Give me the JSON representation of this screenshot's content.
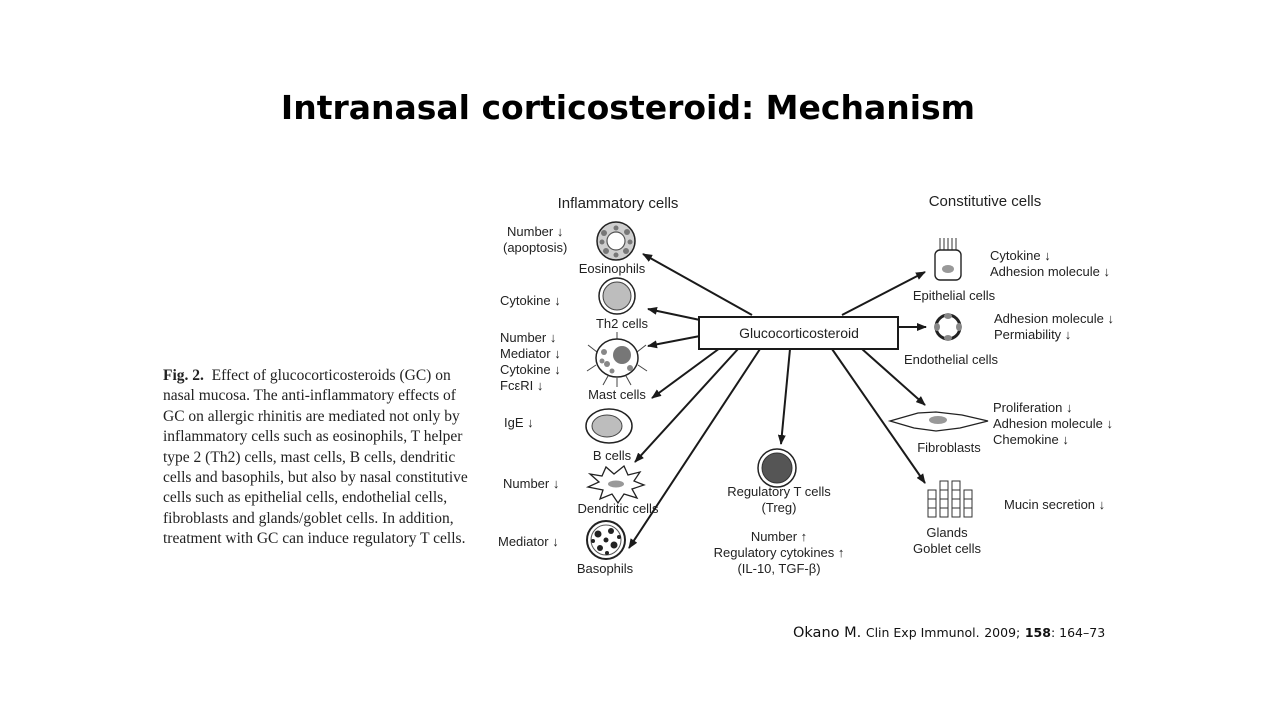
{
  "slide": {
    "title": "Intranasal corticosteroid: Mechanism",
    "caption": {
      "fig_label": "Fig. 2.",
      "text": "Effect of glucocorticosteroids (GC) on nasal mucosa. The anti-inflammatory effects of GC on allergic rhinitis are mediated not only by inflammatory cells such as eosinophils, T helper type 2 (Th2) cells, mast cells, B cells, dendritic cells and basophils, but also by nasal constitutive cells such as epithelial cells, endothelial cells, fibroblasts and glands/goblet cells. In addition, treatment with GC can induce regulatory T cells."
    },
    "citation": {
      "author": "Okano M.",
      "journal": "Clin Exp Immunol.",
      "year": "2009;",
      "volume": "158",
      "pages": ": 164–73"
    }
  },
  "diagram": {
    "center": "Glucocorticosteroid",
    "headers": {
      "inflammatory": "Inflammatory cells",
      "constitutive": "Constitutive cells"
    },
    "inflammatory": [
      {
        "name": "Eosinophils",
        "effects": [
          "Number ↓",
          "(apoptosis)"
        ]
      },
      {
        "name": "Th2 cells",
        "effects": [
          "Cytokine ↓"
        ]
      },
      {
        "name": "Mast cells",
        "effects": [
          "Number ↓",
          "Mediator ↓",
          "Cytokine ↓",
          "FcεRI ↓"
        ]
      },
      {
        "name": "B cells",
        "effects": [
          "IgE ↓"
        ]
      },
      {
        "name": "Dendritic cells",
        "effects": [
          "Number ↓"
        ]
      },
      {
        "name": "Basophils",
        "effects": [
          "Mediator ↓"
        ]
      }
    ],
    "regulatory": {
      "name": [
        "Regulatory T cells",
        "(Treg)"
      ],
      "effects": [
        "Number ↑",
        "Regulatory cytokines ↑",
        "(IL-10, TGF-β)"
      ]
    },
    "constitutive": [
      {
        "name": "Epithelial cells",
        "effects": [
          "Cytokine ↓",
          "Adhesion molecule ↓"
        ]
      },
      {
        "name": "Endothelial cells",
        "effects": [
          "Adhesion molecule ↓",
          "Permiability ↓"
        ]
      },
      {
        "name": "Fibroblasts",
        "effects": [
          "Proliferation ↓",
          "Adhesion molecule ↓",
          "Chemokine ↓"
        ]
      },
      {
        "name": "Glands\nGoblet cells",
        "effects": [
          "Mucin secretion ↓"
        ]
      }
    ],
    "colors": {
      "line": "#1a1a1a",
      "cell_fill": "#bdbdbd",
      "dark_fill": "#555555"
    }
  }
}
